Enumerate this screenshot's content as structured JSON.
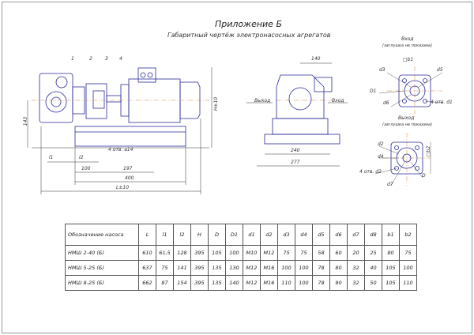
{
  "header": {
    "title": "Приложение Б",
    "subtitle": "Габаритный чертёж электронасосных агрегатов"
  },
  "front_view": {
    "callouts": [
      "1",
      "2",
      "3",
      "4"
    ],
    "dims": {
      "h_left": "143",
      "h_right": "H±10",
      "holes": "4 отв. ⌀14",
      "l1": "l1",
      "l2": "l2",
      "d100": "100",
      "d197": "197",
      "d400": "400",
      "L": "L±10"
    }
  },
  "side_view": {
    "d140": "140",
    "inlet": "Вход",
    "outlet": "Выход",
    "d240": "240",
    "d277": "277"
  },
  "inlet_flange": {
    "title": "Вход",
    "note": "(заглушка не показана)",
    "b1": "□b1",
    "d3": "d3",
    "d5": "d5",
    "D1": "D1",
    "d6": "d6",
    "holes": "4 отв. d1"
  },
  "outlet_flange": {
    "title": "Выход",
    "note": "(заглушка не показана)",
    "b2": "□b2",
    "d2": "d2",
    "d4": "d4",
    "holes": "4 отв. d2",
    "d7": "d7",
    "D": "D"
  },
  "table": {
    "headers": [
      "Обозначение насоса",
      "L",
      "l1",
      "l2",
      "H",
      "D",
      "D1",
      "d1",
      "d2",
      "d3",
      "d4",
      "d5",
      "d6",
      "d7",
      "d8",
      "b1",
      "b2"
    ],
    "rows": [
      [
        "НМШ 2-40 (Б)",
        "610",
        "61,5",
        "128",
        "395",
        "105",
        "100",
        "М10",
        "М12",
        "75",
        "75",
        "58",
        "60",
        "20",
        "25",
        "80",
        "75"
      ],
      [
        "НМШ 5-25 (Б)",
        "637",
        "75",
        "141",
        "395",
        "135",
        "130",
        "М12",
        "М16",
        "100",
        "100",
        "78",
        "80",
        "32",
        "40",
        "105",
        "100"
      ],
      [
        "НМШ 8-25 (Б)",
        "662",
        "87",
        "154",
        "395",
        "135",
        "140",
        "М12",
        "М16",
        "110",
        "100",
        "78",
        "90",
        "32",
        "50",
        "105",
        "110"
      ]
    ]
  },
  "colors": {
    "line": "#2a2a9a",
    "dim": "#333333",
    "axis": "#d08a3a"
  }
}
